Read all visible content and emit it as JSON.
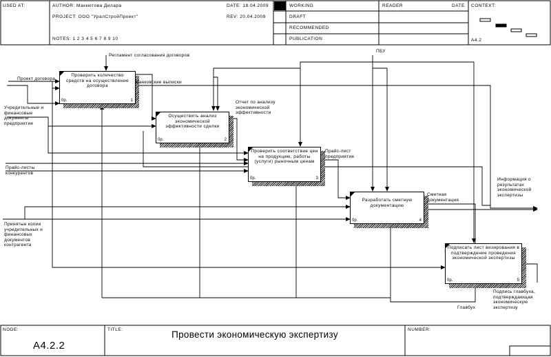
{
  "header": {
    "used_at": "USED AT:",
    "author": "AUTHOR:  Маккютова Дилара",
    "project": "PROJECT:  ООО \"УралСтройПроект\"",
    "date": "DATE:  18.04.2009",
    "rev": "REV:   20.04.2009",
    "notes": "NOTES:  1  2  3  4  5  6  7  8  9  10",
    "status": [
      "WORKING",
      "DRAFT",
      "RECOMMENDED",
      "PUBLICATION"
    ],
    "reader": "READER",
    "reader_date": "DATE",
    "context": "CONTEXT:",
    "context_node": "A4.2"
  },
  "boxes": [
    {
      "label": "Проверить количество средств на осуществление договора",
      "op": "0р.",
      "num": "1"
    },
    {
      "label": "Осуществить анализ экономической эффективности сделки",
      "op": "0р.",
      "num": "2"
    },
    {
      "label": "Проверить соответствие цен на продукцию, работы (услуги) рыночным ценам",
      "op": "0р.",
      "num": "3"
    },
    {
      "label": "Разработать сметную документацию",
      "op": "0р.",
      "num": "4"
    },
    {
      "label": "Подписать лист визирования в подтверждение проведения экономической экспертизы",
      "op": "0р.",
      "num": "5"
    }
  ],
  "arrows": {
    "reglament": "Регламент согласования договоров",
    "pbu": "ПБУ",
    "proekt": "Проект договора",
    "bank": "Банковские выписки",
    "uchred": "Учредительные и финансовые документы предприятия",
    "otchet": "Отчет по анализу экономической эффективности",
    "prays_kon": "Прайс-листы конкурентов",
    "prays_pred": "Прайс-лист предприятия",
    "info": "Информация о результатах экономической экспертизы",
    "smeta": "Сметная документация",
    "kopii": "Принятые копии учредительных и финансовых документов контрагента",
    "glavbuh": "Главбух",
    "podpis": "Подпись главбуха, подтверждающая экономическую экспертизу"
  },
  "footer": {
    "node_label": "NODE:",
    "node_value": "A4.2.2",
    "title_label": "TITLE:",
    "title_value": "Провести экономическую экспертизу",
    "number_label": "NUMBER:"
  }
}
